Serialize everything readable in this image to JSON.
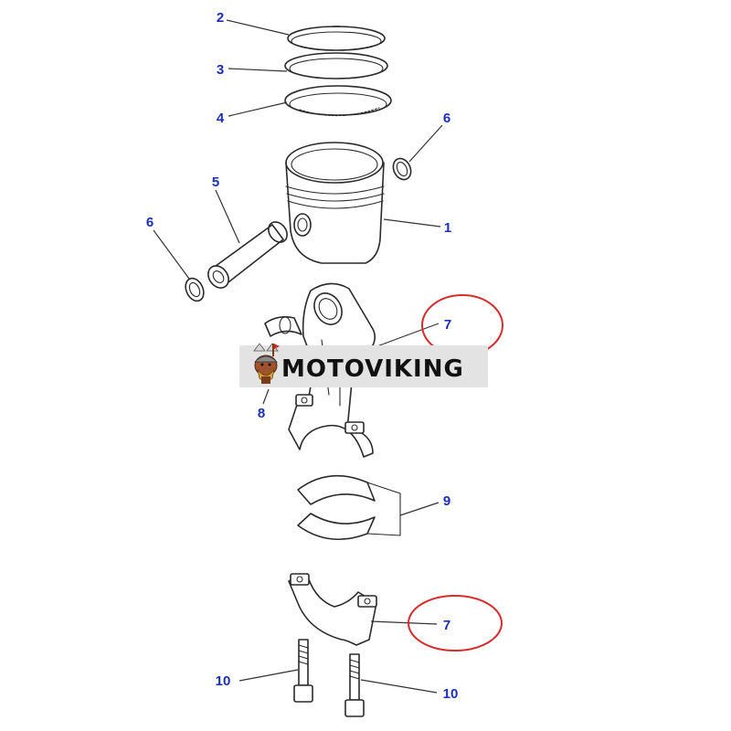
{
  "colors": {
    "callout_number": "#1a2fb8",
    "highlight_circle": "#d92b2b",
    "line_art": "#2a2a2a",
    "watermark_band": "#e3e3e3"
  },
  "callouts": [
    {
      "id": "c2",
      "text": "2"
    },
    {
      "id": "c3",
      "text": "3"
    },
    {
      "id": "c4",
      "text": "4"
    },
    {
      "id": "c6a",
      "text": "6"
    },
    {
      "id": "c5",
      "text": "5"
    },
    {
      "id": "c1",
      "text": "1"
    },
    {
      "id": "c6b",
      "text": "6"
    },
    {
      "id": "c7a",
      "text": "7"
    },
    {
      "id": "c8",
      "text": "8"
    },
    {
      "id": "c9",
      "text": "9"
    },
    {
      "id": "c7b",
      "text": "7"
    },
    {
      "id": "c10a",
      "text": "10"
    },
    {
      "id": "c10b",
      "text": "10"
    }
  ],
  "watermark": {
    "text": "MOTOVIKING",
    "logo_icon": "viking-mascot-icon"
  }
}
